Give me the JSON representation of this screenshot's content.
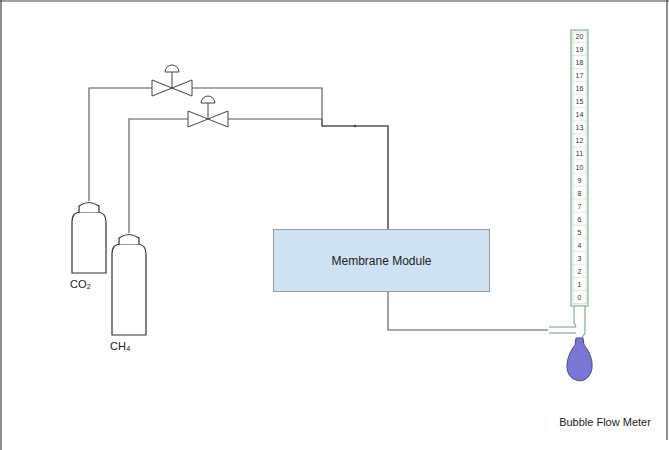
{
  "diagram": {
    "nodes": [
      {
        "text": [
          "CO₂"
        ]
      },
      {
        "text": [
          "CH₄"
        ]
      },
      {
        "text": [
          "Membrane Module"
        ]
      },
      {
        "text": [
          "Bubble Flow Meter"
        ]
      }
    ],
    "edges": [
      {
        "from": 0,
        "to": 2,
        "arrow": "none"
      },
      {
        "from": 1,
        "to": 2,
        "arrow": "none"
      },
      {
        "from": 2,
        "to": 3,
        "arrow": "none"
      }
    ],
    "labels": [
      "20",
      "19",
      "18",
      "17",
      "16",
      "15",
      "14",
      "13",
      "12",
      "11",
      "10",
      "9",
      "8",
      "7",
      "6",
      "5",
      "4",
      "3",
      "2",
      "1",
      "0"
    ]
  }
}
